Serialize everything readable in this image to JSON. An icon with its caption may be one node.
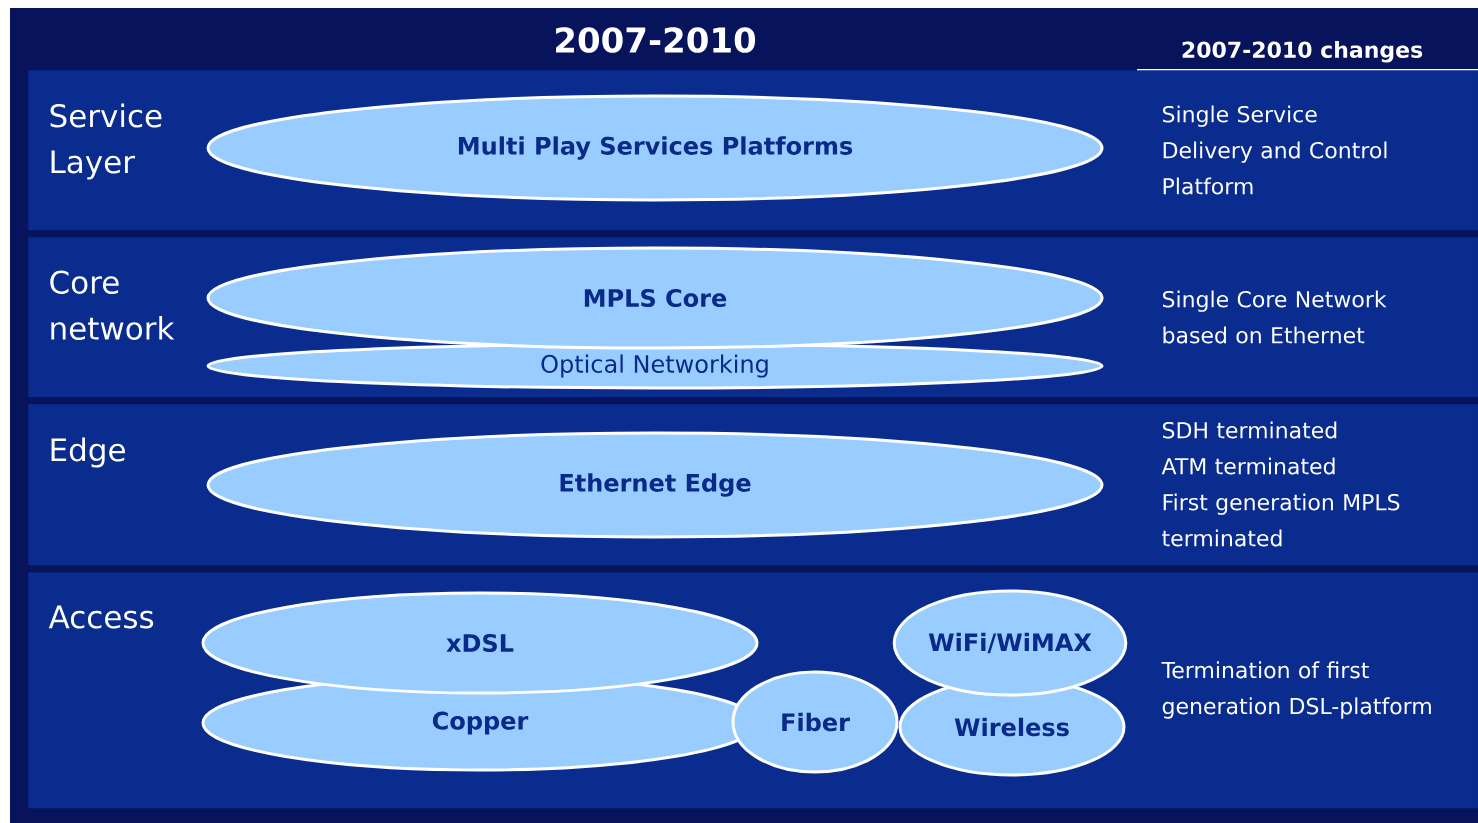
{
  "diagram": {
    "title": "2007-2010",
    "nodes": [
      {
        "text": [
          "Service Layer",
          "Single Service Delivery and Control Platform"
        ]
      },
      {
        "text": [
          "Multi Play Services Platforms"
        ],
        "in": 0
      },
      {
        "text": [
          "Core network",
          "Single Core Network based on Ethernet"
        ]
      },
      {
        "text": [
          "MPLS Core"
        ],
        "in": 2
      },
      {
        "text": [
          "Optical Networking"
        ],
        "in": 2
      },
      {
        "text": [
          "Edge",
          "SDH terminated",
          "ATM terminated",
          "First generation MPLS terminated"
        ]
      },
      {
        "text": [
          "Ethernet Edge"
        ],
        "in": 5
      },
      {
        "text": [
          "Access",
          "Termination of first generation DSL-platform"
        ]
      },
      {
        "text": [
          "xDSL"
        ],
        "in": 7
      },
      {
        "text": [
          "WiFi/WiMAX"
        ],
        "in": 7
      },
      {
        "text": [
          "Copper"
        ],
        "in": 7
      },
      {
        "text": [
          "Fiber"
        ],
        "in": 7
      },
      {
        "text": [
          "Wireless"
        ],
        "in": 7
      }
    ],
    "labels": [
      "2007-2010 changes"
    ]
  }
}
